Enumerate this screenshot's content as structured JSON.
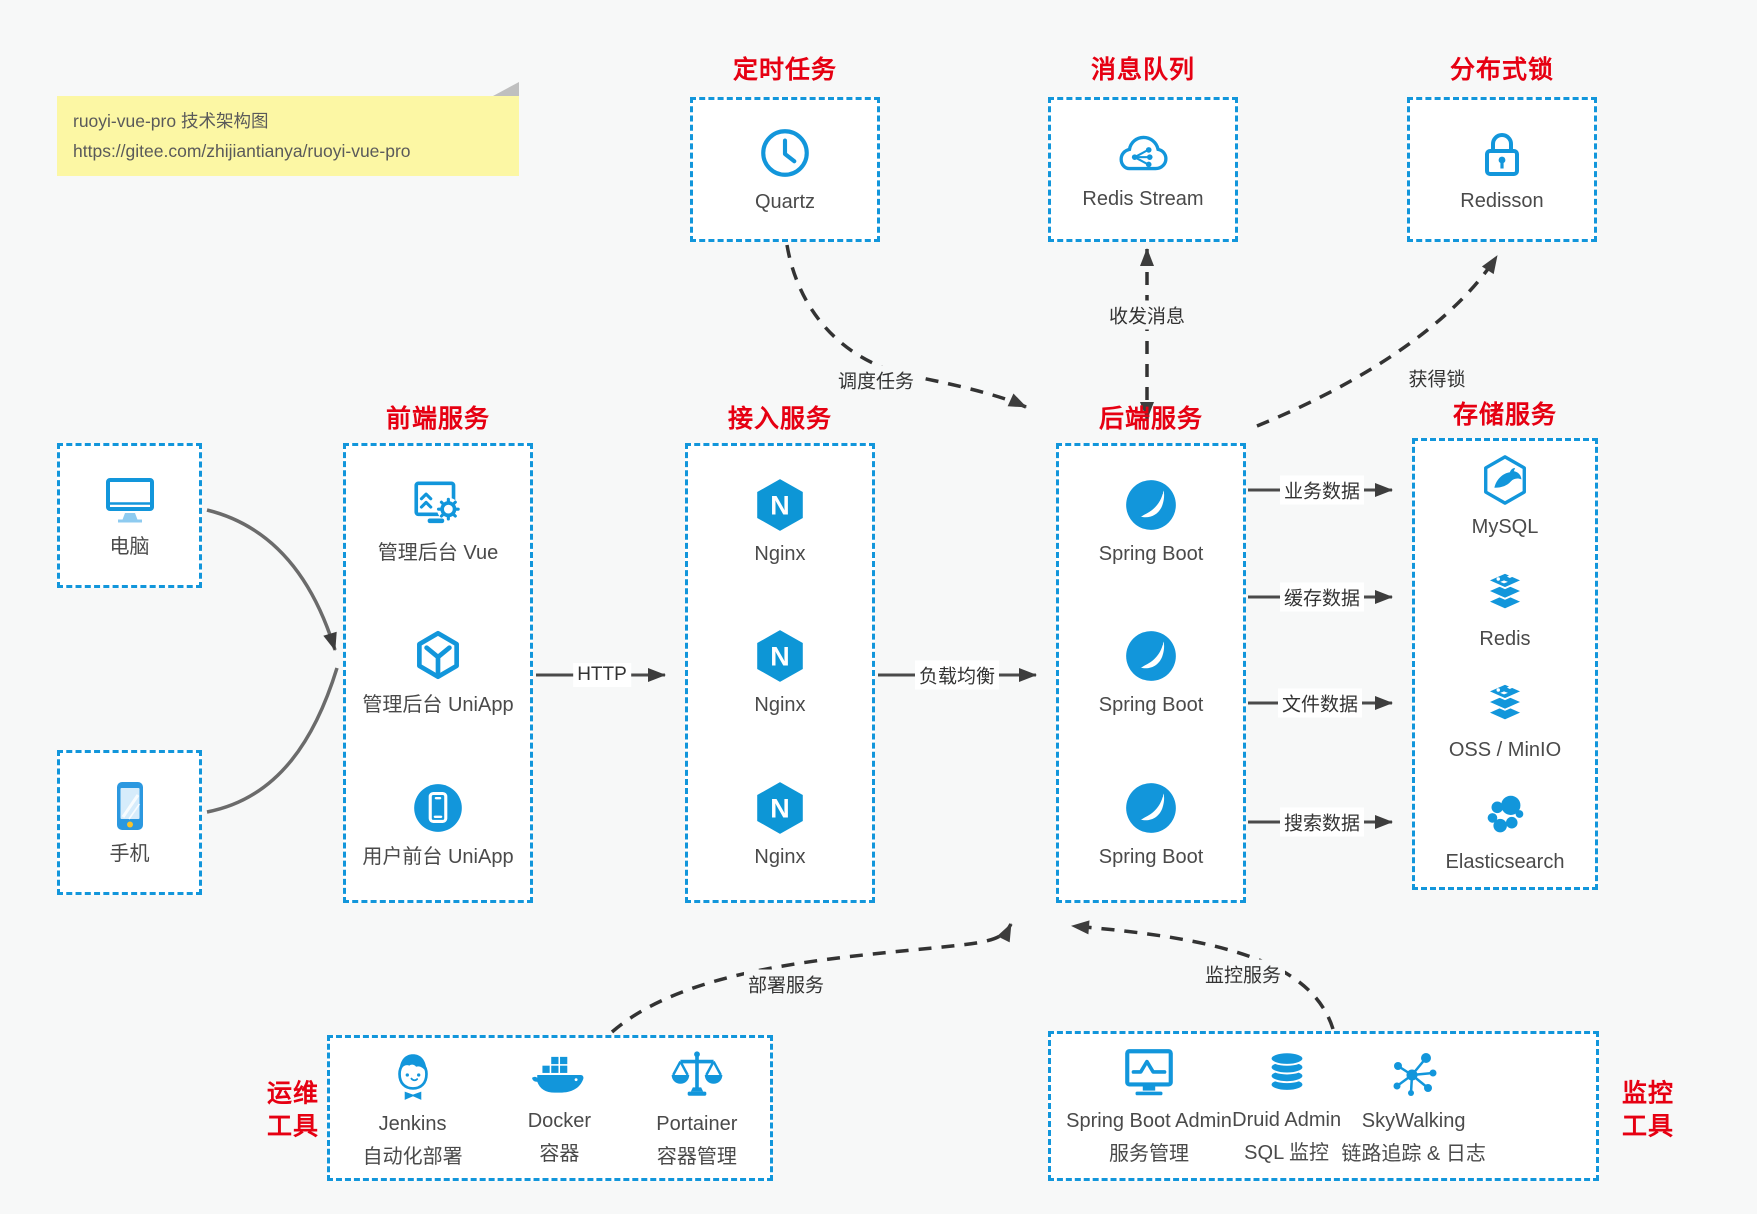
{
  "colors": {
    "accent": "#1296db",
    "title_red": "#e60012",
    "note_bg": "#fcf7a4",
    "canvas_bg": "#f7f8f8"
  },
  "note": {
    "line1": "ruoyi-vue-pro 技术架构图",
    "line2": "https://gitee.com/zhijiantianya/ruoyi-vue-pro"
  },
  "icons": {
    "nginx_letter": "N"
  },
  "groups": {
    "scheduler": {
      "title": "定时任务",
      "items": [
        {
          "icon": "clock-icon",
          "label": "Quartz"
        }
      ]
    },
    "mq": {
      "title": "消息队列",
      "items": [
        {
          "icon": "cloud-share-icon",
          "label": "Redis Stream"
        }
      ]
    },
    "lock": {
      "title": "分布式锁",
      "items": [
        {
          "icon": "lock-icon",
          "label": "Redisson"
        }
      ]
    },
    "clients": {
      "items": [
        {
          "icon": "desktop-icon",
          "label": "电脑"
        },
        {
          "icon": "mobile-icon",
          "label": "手机"
        }
      ]
    },
    "frontend": {
      "title": "前端服务",
      "items": [
        {
          "icon": "admin-vue-icon",
          "label": "管理后台 Vue"
        },
        {
          "icon": "cube-icon",
          "label": "管理后台 UniApp"
        },
        {
          "icon": "app-circle-icon",
          "label": "用户前台 UniApp"
        }
      ]
    },
    "gateway": {
      "title": "接入服务",
      "items": [
        {
          "icon": "nginx-icon",
          "label": "Nginx"
        },
        {
          "icon": "nginx-icon",
          "label": "Nginx"
        },
        {
          "icon": "nginx-icon",
          "label": "Nginx"
        }
      ]
    },
    "backend": {
      "title": "后端服务",
      "items": [
        {
          "icon": "spring-boot-icon",
          "label": "Spring Boot"
        },
        {
          "icon": "spring-boot-icon",
          "label": "Spring Boot"
        },
        {
          "icon": "spring-boot-icon",
          "label": "Spring Boot"
        }
      ]
    },
    "storage": {
      "title": "存储服务",
      "items": [
        {
          "icon": "mysql-icon",
          "label": "MySQL"
        },
        {
          "icon": "redis-stack-icon",
          "label": "Redis"
        },
        {
          "icon": "oss-stack-icon",
          "label": "OSS / MinIO"
        },
        {
          "icon": "elasticsearch-icon",
          "label": "Elasticsearch"
        }
      ]
    },
    "devops": {
      "title_line1": "运维",
      "title_line2": "工具",
      "items": [
        {
          "icon": "jenkins-icon",
          "label": "Jenkins",
          "sub": "自动化部署"
        },
        {
          "icon": "docker-icon",
          "label": "Docker",
          "sub": "容器"
        },
        {
          "icon": "portainer-icon",
          "label": "Portainer",
          "sub": "容器管理"
        }
      ]
    },
    "monitor": {
      "title_line1": "监控",
      "title_line2": "工具",
      "items": [
        {
          "icon": "spring-boot-admin-icon",
          "label": "Spring Boot Admin",
          "sub": "服务管理"
        },
        {
          "icon": "druid-icon",
          "label": "Druid Admin",
          "sub": "SQL 监控"
        },
        {
          "icon": "skywalking-icon",
          "label": "SkyWalking",
          "sub": "链路追踪 & 日志"
        }
      ]
    }
  },
  "edges": {
    "http": "HTTP",
    "lb": "负载均衡",
    "schedule": "调度任务",
    "mq_msg": "收发消息",
    "get_lock": "获得锁",
    "biz": "业务数据",
    "cache": "缓存数据",
    "file": "文件数据",
    "search": "搜索数据",
    "deploy": "部署服务",
    "monitoring": "监控服务"
  }
}
